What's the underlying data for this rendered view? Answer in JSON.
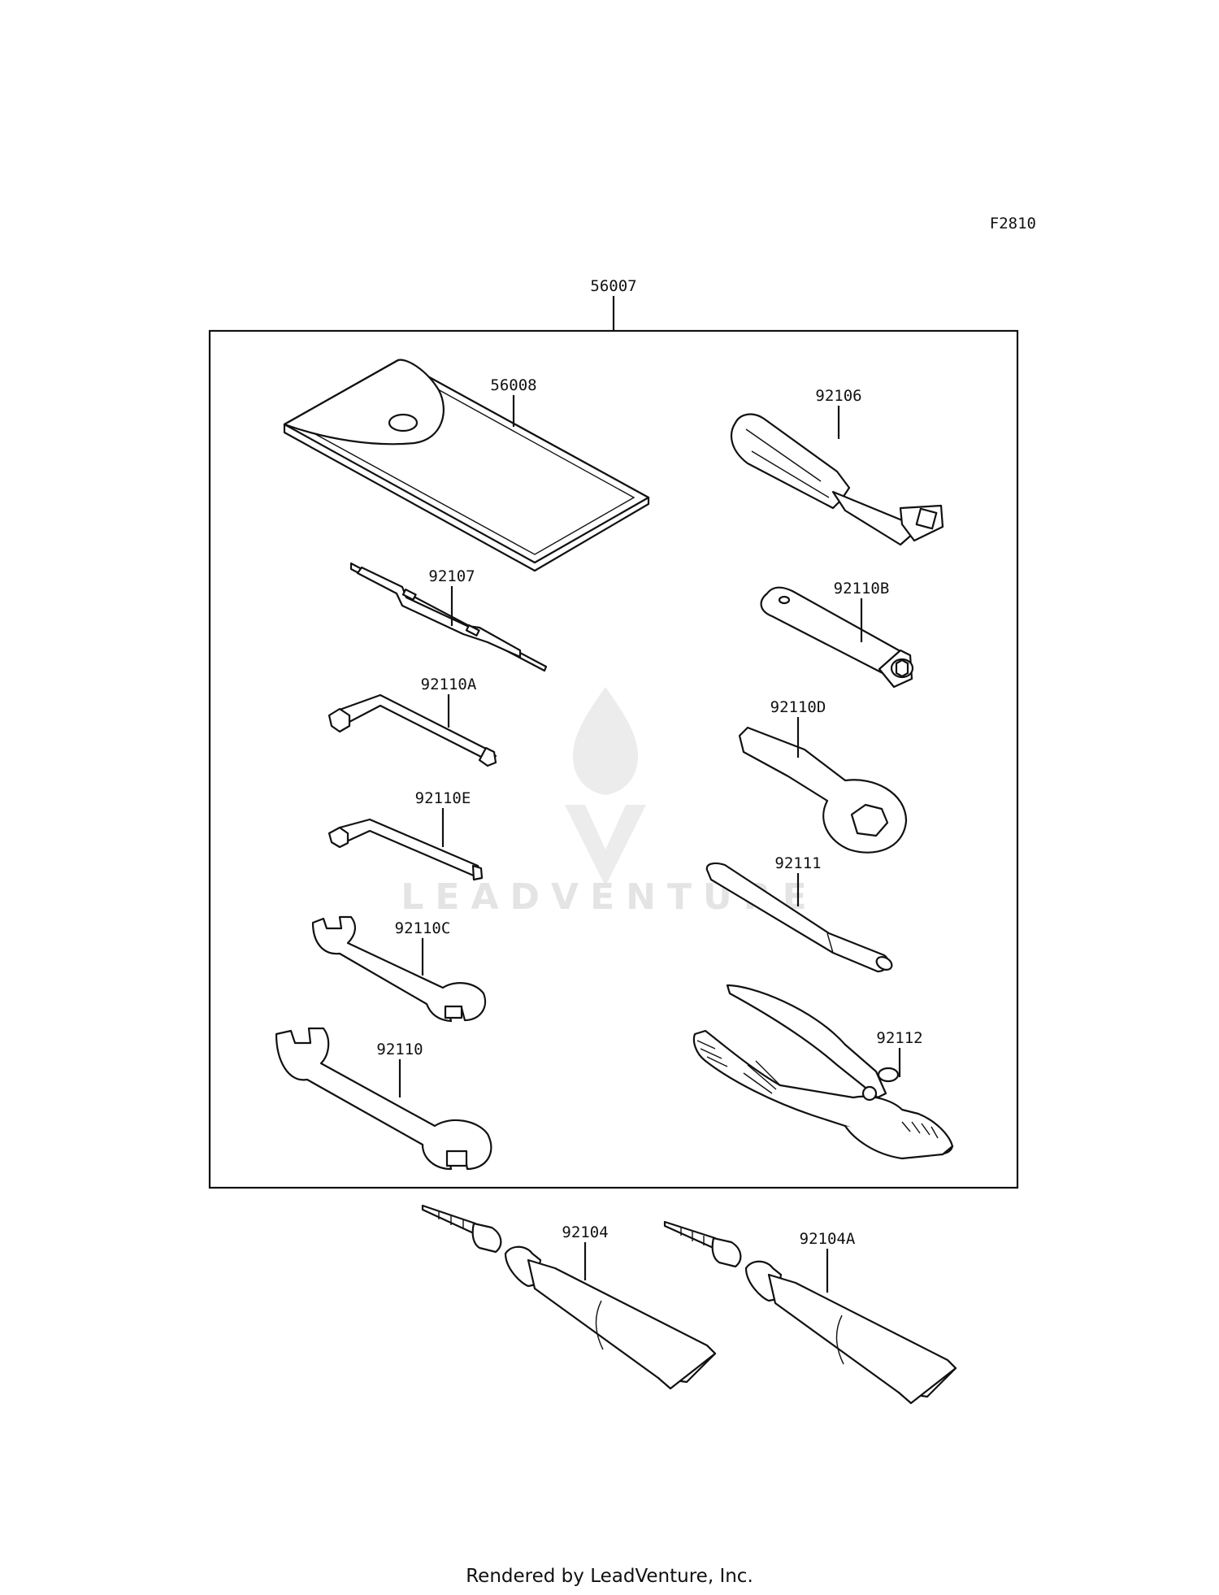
{
  "diagram_code": "F2810",
  "footer": "Rendered by LeadVenture, Inc.",
  "watermark": "LEADVENTURE",
  "assembly_label": "56007",
  "parts": {
    "p56008": "56008",
    "p92106": "92106",
    "p92107": "92107",
    "p92110B": "92110B",
    "p92110A": "92110A",
    "p92110D": "92110D",
    "p92110E": "92110E",
    "p92111": "92111",
    "p92110C": "92110C",
    "p92112": "92112",
    "p92110": "92110",
    "p92104": "92104",
    "p92104A": "92104A"
  }
}
